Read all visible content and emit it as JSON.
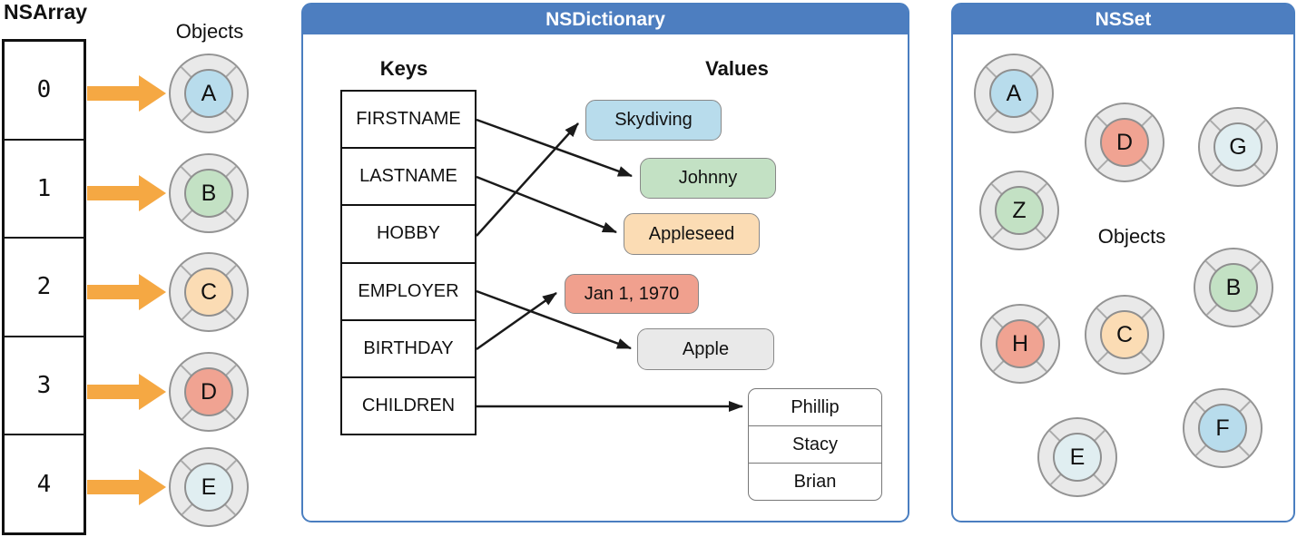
{
  "nsarray": {
    "title": "NSArray",
    "objects_label": "Objects",
    "rows": [
      {
        "index": "0",
        "letter": "A",
        "color": "#b8dcec"
      },
      {
        "index": "1",
        "letter": "B",
        "color": "#c3e1c4"
      },
      {
        "index": "2",
        "letter": "C",
        "color": "#fbdcb4"
      },
      {
        "index": "3",
        "letter": "D",
        "color": "#f0a392"
      },
      {
        "index": "4",
        "letter": "E",
        "color": "#e0eef1"
      }
    ]
  },
  "nsdictionary": {
    "title": "NSDictionary",
    "keys_label": "Keys",
    "values_label": "Values",
    "keys": [
      "FIRSTNAME",
      "LASTNAME",
      "HOBBY",
      "EMPLOYER",
      "BIRTHDAY",
      "CHILDREN"
    ],
    "values": [
      {
        "text": "Skydiving",
        "color": "#b8dcec"
      },
      {
        "text": "Johnny",
        "color": "#c3e1c4"
      },
      {
        "text": "Appleseed",
        "color": "#fbdcb4"
      },
      {
        "text": "Jan 1, 1970",
        "color": "#f0a08e"
      },
      {
        "text": "Apple",
        "color": "#e9e9e9"
      }
    ],
    "children_list": [
      "Phillip",
      "Stacy",
      "Brian"
    ],
    "mappings": [
      {
        "key": "FIRSTNAME",
        "value": "Johnny"
      },
      {
        "key": "LASTNAME",
        "value": "Appleseed"
      },
      {
        "key": "HOBBY",
        "value": "Skydiving"
      },
      {
        "key": "EMPLOYER",
        "value": "Apple"
      },
      {
        "key": "BIRTHDAY",
        "value": "Jan 1, 1970"
      },
      {
        "key": "CHILDREN",
        "value": "Phillip, Stacy, Brian"
      }
    ]
  },
  "nsset": {
    "title": "NSSet",
    "objects_label": "Objects",
    "members": [
      {
        "letter": "A",
        "color": "#b8dcec"
      },
      {
        "letter": "D",
        "color": "#f0a392"
      },
      {
        "letter": "G",
        "color": "#e0eef1"
      },
      {
        "letter": "Z",
        "color": "#c3e1c4"
      },
      {
        "letter": "B",
        "color": "#c3e1c4"
      },
      {
        "letter": "H",
        "color": "#f0a392"
      },
      {
        "letter": "C",
        "color": "#fbdcb4"
      },
      {
        "letter": "F",
        "color": "#b8dcec"
      },
      {
        "letter": "E",
        "color": "#e0eef1"
      }
    ]
  },
  "colors": {
    "header_blue": "#4d7ec0",
    "panel_border": "#4a7ec0",
    "arrow_orange": "#f5a843",
    "ring_gray": "#e9e9e9",
    "line_black": "#1a1a1a"
  }
}
